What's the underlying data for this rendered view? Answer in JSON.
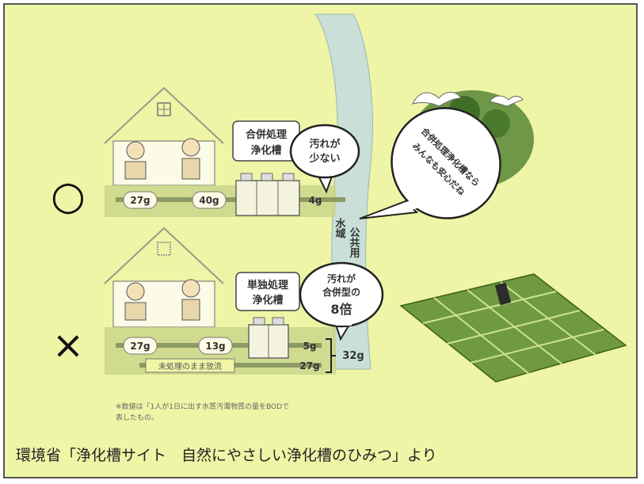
{
  "top_row": {
    "mark": "○",
    "tank_label_1": "合併処理",
    "tank_label_2": "浄化槽",
    "values": [
      "27g",
      "40g",
      "4g"
    ],
    "bubble_1": "汚れが",
    "bubble_2": "少ない"
  },
  "speech_bubble": {
    "line_1": "合併処理浄化槽なら",
    "line_2": "みんなも安心だね"
  },
  "water_label_1": "公共用",
  "water_label_2": "水域",
  "bottom_row": {
    "mark": "×",
    "tank_label_1": "単独処理",
    "tank_label_2": "浄化槽",
    "values": [
      "27g",
      "13g",
      "5g",
      "27g"
    ],
    "total": "32g",
    "pipe_label": "未処理のまま放流",
    "bubble_1": "汚れが",
    "bubble_2": "合併型の",
    "bubble_3": "8倍"
  },
  "footnote_1": "※数値は「1人が1日に出す水質汚濁物質の量をBODで",
  "footnote_2": "表したもの。",
  "caption": "環境省「浄化槽サイト　自然にやさしい浄化槽のひみつ」より"
}
